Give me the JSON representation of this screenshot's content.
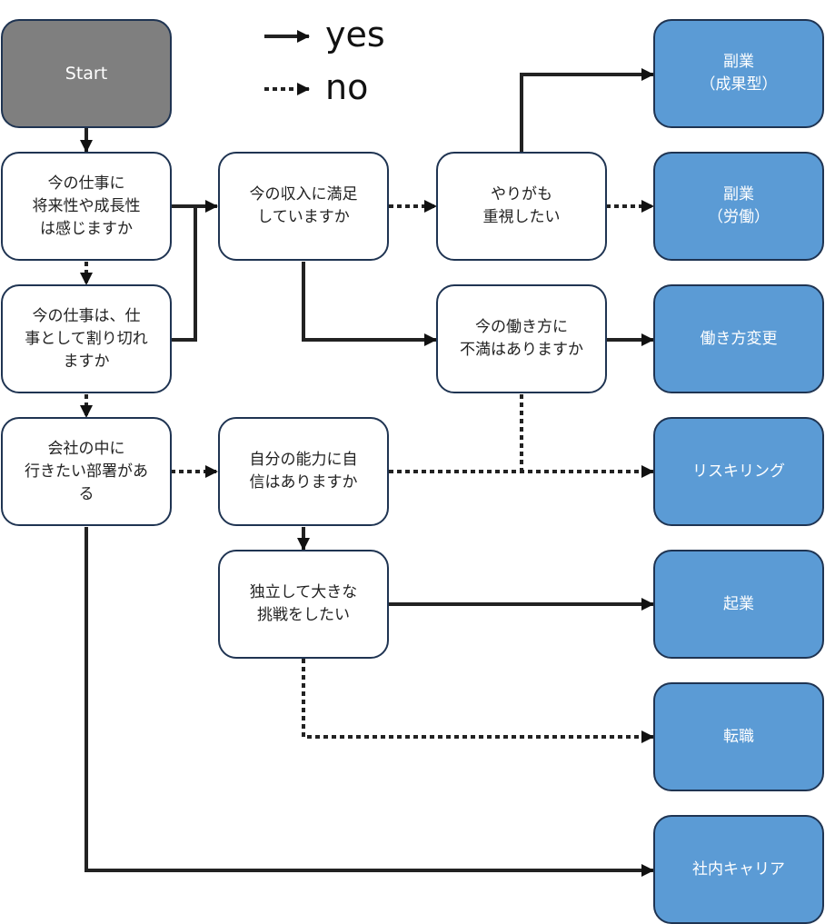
{
  "legend": {
    "yes_label": "yes",
    "no_label": "no"
  },
  "colors": {
    "start_fill": "#7f7f7f",
    "question_fill": "#ffffff",
    "outcome_fill": "#5b9bd5",
    "border": "#1f3452",
    "edge": "#111111"
  },
  "nodes": {
    "start": "Start",
    "q_future": "今の仕事に\n将来性や成長性\nは感じますか",
    "q_separate": "今の仕事は、仕\n事として割り切れ\nますか",
    "q_department": "会社の中に\n行きたい部署があ\nる",
    "q_income": "今の収入に満足\nしていますか",
    "q_meaning": "やりがも\n重視したい",
    "q_workstyle": "今の働き方に\n不満はありますか",
    "q_confidence": "自分の能力に自\n信はありますか",
    "q_independent": "独立して大きな\n挑戦をしたい",
    "o_side_result": "副業\n（成果型）",
    "o_side_labor": "副業\n（労働）",
    "o_workstyle_change": "働き方変更",
    "o_reskilling": "リスキリング",
    "o_startup": "起業",
    "o_job_change": "転職",
    "o_internal_career": "社内キャリア"
  },
  "edges": [
    {
      "from": "start",
      "to": "q_future",
      "type": "yes"
    },
    {
      "from": "q_future",
      "to": "q_income",
      "type": "yes"
    },
    {
      "from": "q_future",
      "to": "q_separate",
      "type": "no"
    },
    {
      "from": "q_separate",
      "to": "q_income",
      "type": "yes"
    },
    {
      "from": "q_separate",
      "to": "q_department",
      "type": "no"
    },
    {
      "from": "q_department",
      "to": "o_internal_career",
      "type": "yes"
    },
    {
      "from": "q_department",
      "to": "q_confidence",
      "type": "no"
    },
    {
      "from": "q_income",
      "to": "q_workstyle",
      "type": "yes"
    },
    {
      "from": "q_income",
      "to": "q_meaning",
      "type": "no"
    },
    {
      "from": "q_meaning",
      "to": "o_side_result",
      "type": "yes"
    },
    {
      "from": "q_meaning",
      "to": "o_side_labor",
      "type": "no"
    },
    {
      "from": "q_workstyle",
      "to": "o_workstyle_change",
      "type": "yes"
    },
    {
      "from": "q_workstyle",
      "to": "o_reskilling",
      "type": "no"
    },
    {
      "from": "q_confidence",
      "to": "q_independent",
      "type": "yes"
    },
    {
      "from": "q_confidence",
      "to": "o_reskilling",
      "type": "no"
    },
    {
      "from": "q_independent",
      "to": "o_startup",
      "type": "yes"
    },
    {
      "from": "q_independent",
      "to": "o_job_change",
      "type": "no"
    }
  ]
}
